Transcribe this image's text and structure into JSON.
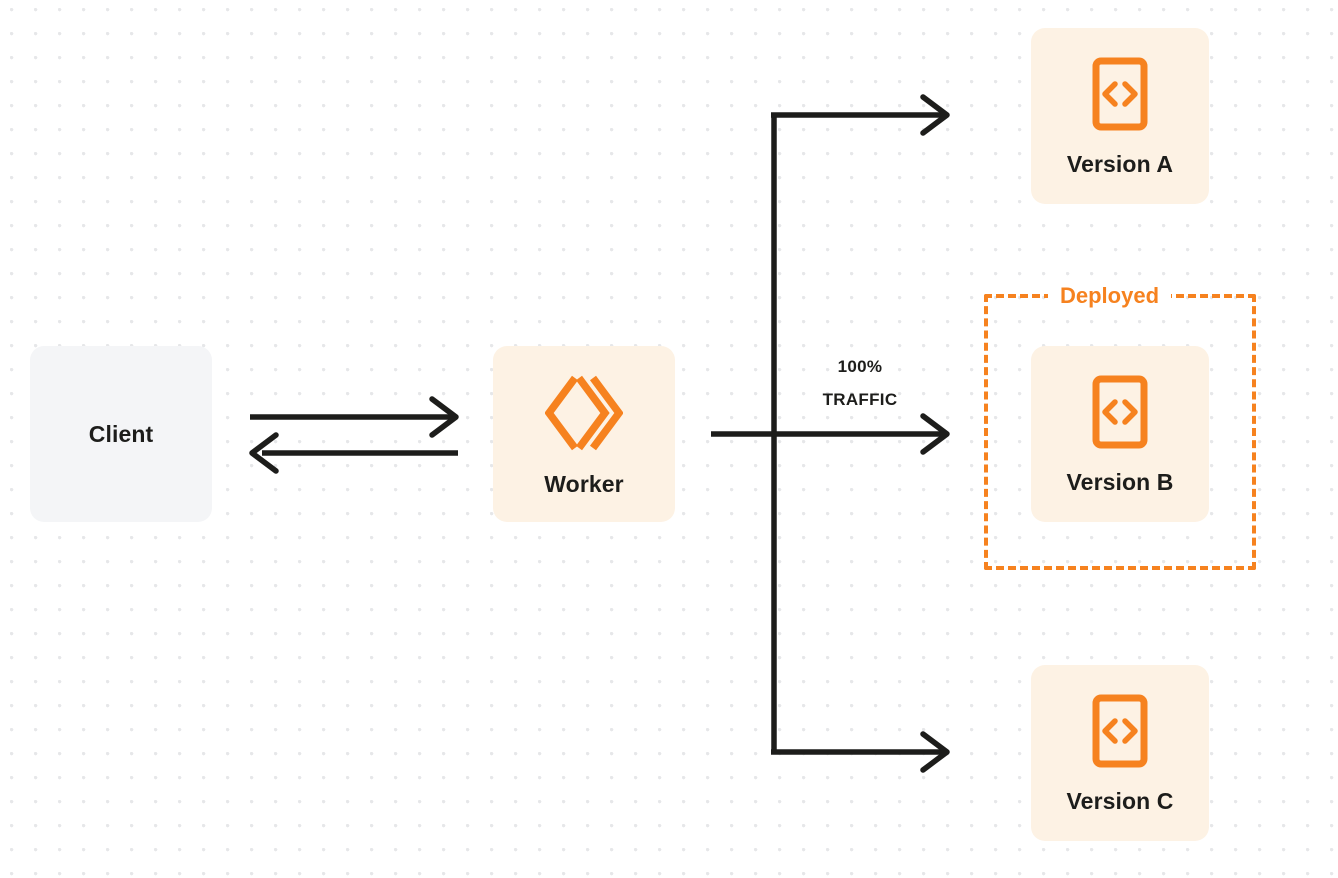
{
  "diagram": {
    "title": "Worker version traffic routing",
    "colors": {
      "orange": "#f6821f",
      "cream": "#fdf2e4",
      "gray": "#f4f5f7",
      "ink": "#1d1d1b",
      "dot": "#e6e7e9"
    },
    "nodes": {
      "client": {
        "label": "Client",
        "icon": "none"
      },
      "worker": {
        "label": "Worker",
        "icon": "cloudflare-workers-logo"
      },
      "version_a": {
        "label": "Version A",
        "icon": "code-file-icon"
      },
      "version_b": {
        "label": "Version B",
        "icon": "code-file-icon"
      },
      "version_c": {
        "label": "Version C",
        "icon": "code-file-icon"
      }
    },
    "group": {
      "deployed_label": "Deployed"
    },
    "traffic": {
      "percent": "100%",
      "caption": "TRAFFIC"
    },
    "connectors": [
      {
        "name": "client-to-worker",
        "direction": "right"
      },
      {
        "name": "worker-to-client",
        "direction": "left"
      },
      {
        "name": "worker-to-version-a",
        "direction": "right"
      },
      {
        "name": "worker-to-version-b",
        "direction": "right"
      },
      {
        "name": "worker-to-version-c",
        "direction": "right"
      }
    ]
  }
}
